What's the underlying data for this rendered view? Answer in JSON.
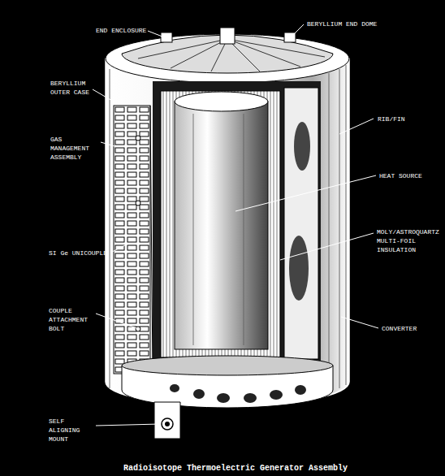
{
  "diagram": {
    "caption": "Radioisotope Thermoelectric Generator Assembly",
    "labels": [
      "END ENCLOSURE",
      "BERYLLIUM END DOME",
      "BERYLLIUM OUTER CASE",
      "GAS MANAGEMENT ASSEMBLY",
      "RIB/FIN",
      "HEAT SOURCE",
      "MOLY/ASTROQUARTZ MULTI-FOIL INSULATION",
      "SI Ge UNICOUPLE",
      "COUPLE ATTACHMENT BOLT",
      "CONVERTER",
      "SELF ALIGNING MOUNT"
    ]
  }
}
